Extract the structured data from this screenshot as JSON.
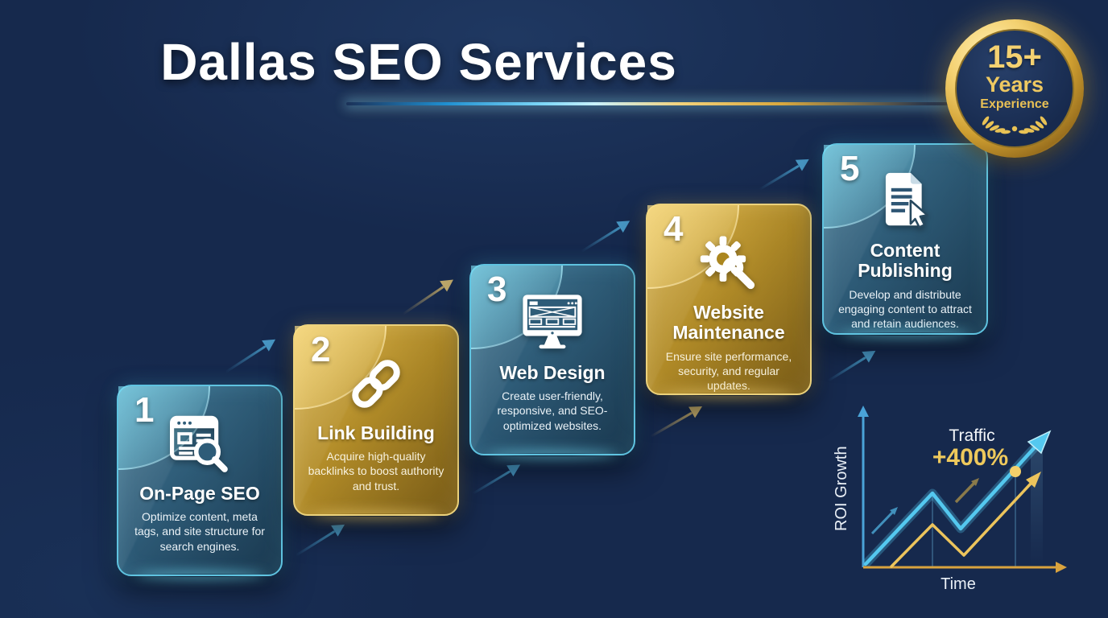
{
  "title": "Dallas SEO Services",
  "badge": {
    "value": "15+",
    "label1": "Years",
    "label2": "Experience"
  },
  "steps": [
    {
      "number": "1",
      "title": "On-Page SEO",
      "description": "Optimize content, meta tags, and site structure for search engines.",
      "theme": "blue",
      "icon": "browser-search-icon"
    },
    {
      "number": "2",
      "title": "Link Building",
      "description": "Acquire high-quality backlinks to boost authority and trust.",
      "theme": "gold",
      "icon": "chain-link-icon"
    },
    {
      "number": "3",
      "title": "Web Design",
      "description": "Create user-friendly, responsive, and SEO-optimized websites.",
      "theme": "blue",
      "icon": "monitor-wireframe-icon"
    },
    {
      "number": "4",
      "title": "Website Maintenance",
      "description": "Ensure site performance, security, and regular updates.",
      "theme": "gold",
      "icon": "gear-wrench-icon"
    },
    {
      "number": "5",
      "title": "Content Publishing",
      "description": "Develop and distribute engaging content to attract and retain audiences.",
      "theme": "blue",
      "icon": "document-cursor-icon"
    }
  ],
  "chart_data": {
    "type": "line",
    "title": "",
    "xlabel": "Time",
    "ylabel": "ROI Growth",
    "annotation_label": "Traffic",
    "annotation_value": "+400%",
    "legend": false,
    "grid": "minimal vertical guides",
    "series": [
      {
        "name": "Traffic growth",
        "color": "#54c8ef",
        "x": [
          0,
          1,
          1.45,
          2.9
        ],
        "y": [
          0,
          45,
          24,
          82
        ]
      },
      {
        "name": "ROI growth",
        "color": "#ecc45c",
        "x": [
          0.4,
          1,
          1.5,
          2.85
        ],
        "y": [
          0,
          27,
          8,
          57
        ]
      }
    ],
    "marker": {
      "on_series": "Traffic growth",
      "x": 2.4,
      "y": 62,
      "color": "#f2cf6a"
    }
  },
  "colors": {
    "background": "#16294d",
    "blue_card": "#2e5c78",
    "blue_border": "#5fc3e0",
    "gold_card": "#b28c28",
    "gold_border": "#ecd27c",
    "accent_cyan": "#54c8ef",
    "accent_gold": "#ecc45c",
    "title_text": "#ffffff"
  }
}
